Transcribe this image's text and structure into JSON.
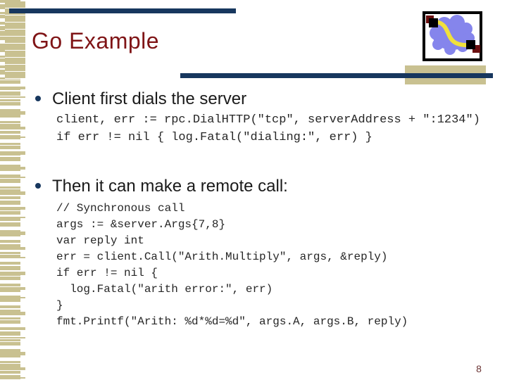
{
  "slide": {
    "title": "Go Example",
    "page_number": "8",
    "sections": [
      {
        "bullet": "Client first dials the server",
        "code": [
          "client, err := rpc.DialHTTP(\"tcp\", serverAddress + \":1234\")",
          "if err != nil { log.Fatal(\"dialing:\", err) }"
        ]
      },
      {
        "bullet": "Then it can make a remote call:",
        "code": [
          "// Synchronous call",
          "args := &server.Args{7,8}",
          "var reply int",
          "err = client.Call(\"Arith.Multiply\", args, &reply)",
          "if err != nil {",
          "  log.Fatal(\"arith error:\", err)",
          "}",
          "fmt.Printf(\"Arith: %d*%d=%d\", args.A, args.B, reply)"
        ]
      }
    ],
    "logo_icon": "network-cloud-icon",
    "colors": {
      "accent_navy": "#17375E",
      "accent_khaki": "#C9C191",
      "title_maroon": "#7F1416",
      "code_text": "#262626",
      "page_number": "#6B3434",
      "cloud_blue": "#8585EC",
      "link_yellow": "#F0E13C",
      "endpoint_black": "#000000",
      "endpoint_maroon": "#6B0F0F"
    }
  }
}
